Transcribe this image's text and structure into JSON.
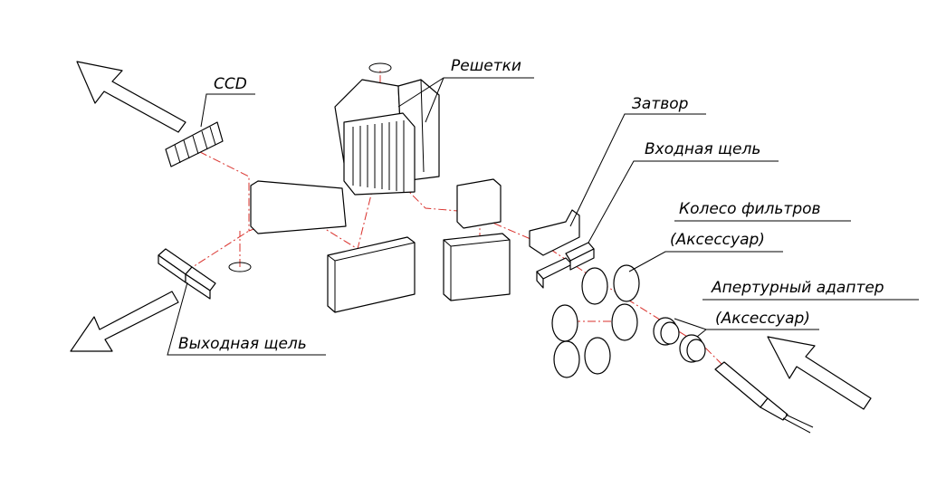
{
  "labels": {
    "ccd": "CCD",
    "gratings": "Решетки",
    "shutter": "Затвор",
    "entrance_slit": "Входная щель",
    "filter_wheel": "Колесо фильтров",
    "filter_wheel_note": "(Аксессуар)",
    "aperture_adapter": "Апертурный адаптер",
    "aperture_adapter_note": "(Аксессуар)",
    "exit_slit": "Выходная щель"
  },
  "colors": {
    "beam": "#d9302b",
    "outline": "#000000"
  }
}
